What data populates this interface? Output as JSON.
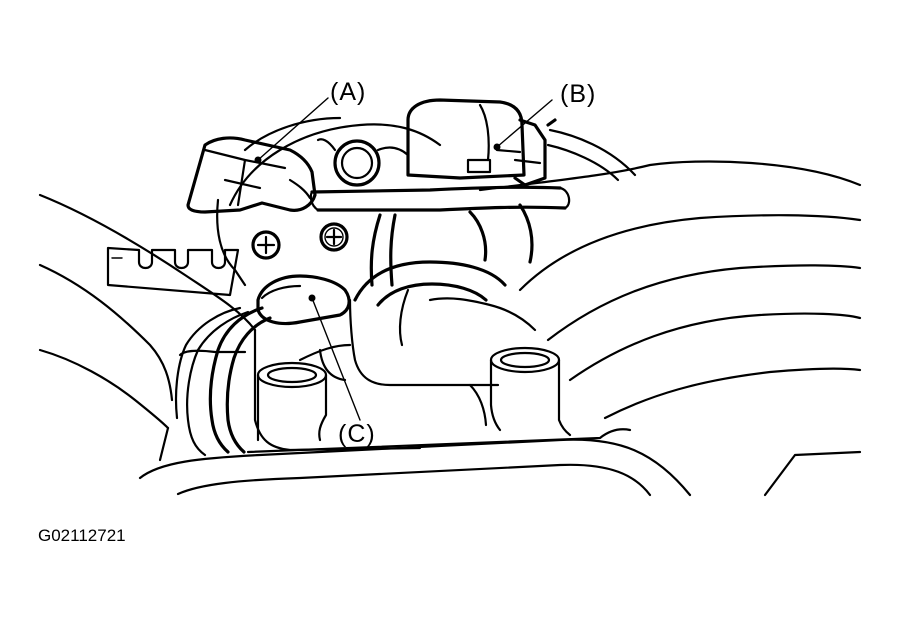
{
  "callouts": {
    "a": "(A)",
    "b": "(B)",
    "c": "(C)"
  },
  "figure_id": "G02112721"
}
